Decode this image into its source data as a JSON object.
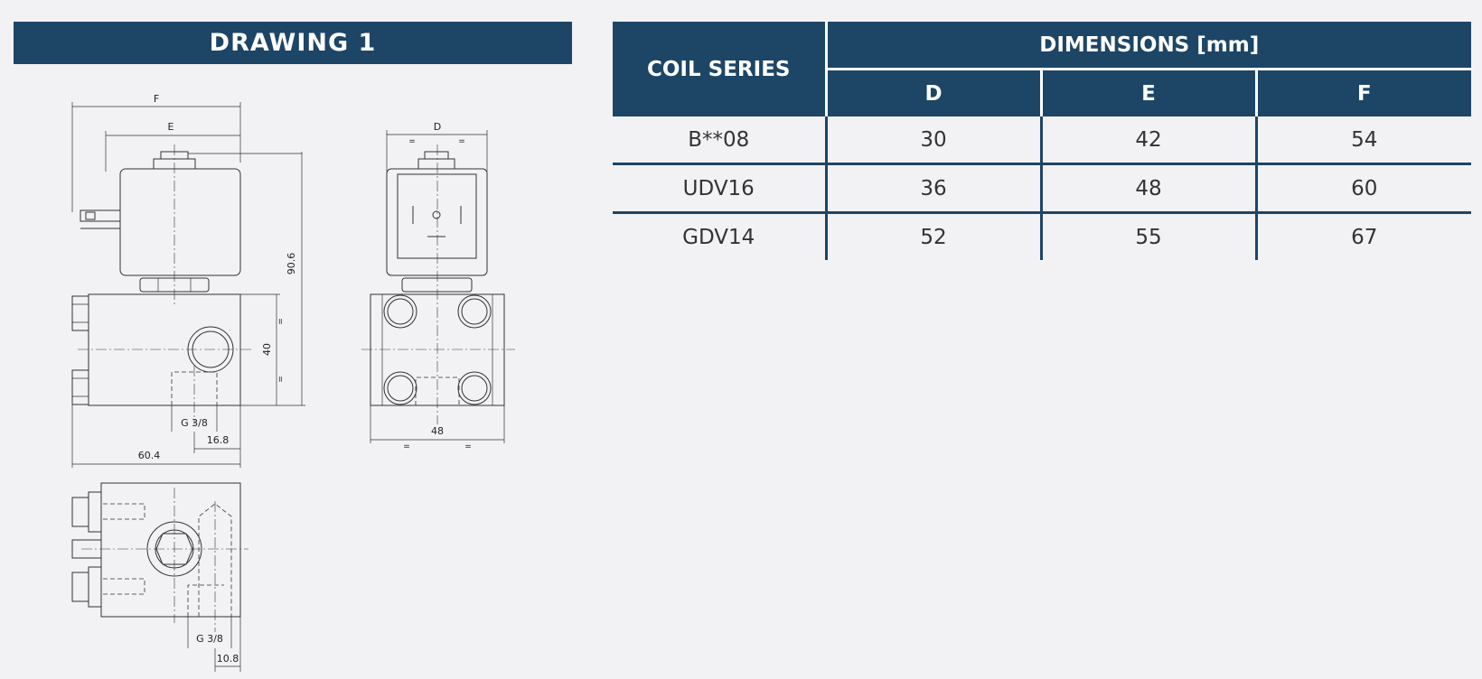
{
  "drawing": {
    "title": "DRAWING 1",
    "labels": {
      "f": "F",
      "e": "E",
      "d": "D",
      "height": "90.6",
      "body_height": "40",
      "thread_side": "G  3/8",
      "offset_side": "16.8",
      "width_side": "60.4",
      "width_front": "48",
      "thread_bottom": "G  3/8",
      "offset_bottom": "10.8",
      "equal": "="
    }
  },
  "table": {
    "series_header": "COIL SERIES",
    "dimensions_header": "DIMENSIONS [mm]",
    "columns": [
      "D",
      "E",
      "F"
    ],
    "rows": [
      {
        "series": "B**08",
        "values": [
          "30",
          "42",
          "54"
        ]
      },
      {
        "series": "UDV16",
        "values": [
          "36",
          "48",
          "60"
        ]
      },
      {
        "series": "GDV14",
        "values": [
          "52",
          "55",
          "67"
        ]
      }
    ]
  }
}
